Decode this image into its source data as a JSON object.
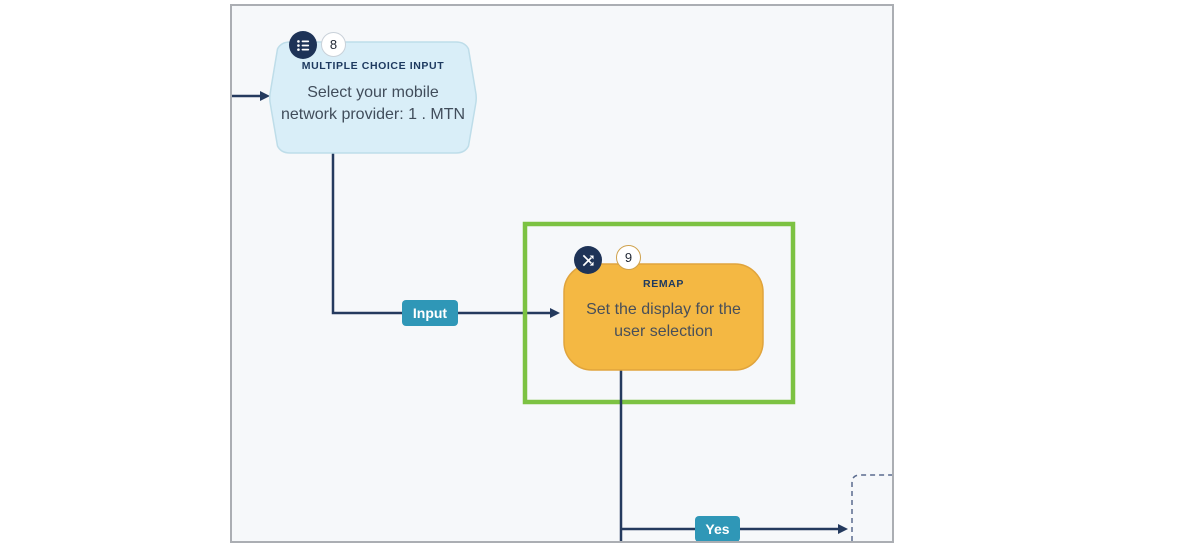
{
  "flow": {
    "nodes": [
      {
        "id": "multiple-choice-input",
        "step_number": "8",
        "type_label": "MULTIPLE CHOICE INPUT",
        "text_line1": "Select your mobile",
        "text_line2": "network provider: 1 . MTN",
        "icon": "list-icon",
        "shape": "hexagon",
        "fill": "#d9eef8"
      },
      {
        "id": "remap",
        "step_number": "9",
        "type_label": "REMAP",
        "text_line1": "Set the display for the",
        "text_line2": "user selection",
        "icon": "shuffle-icon",
        "shape": "rounded-rectangle",
        "fill": "#f4b843",
        "selected": true
      }
    ],
    "connector_labels": [
      {
        "id": "input",
        "label": "Input"
      },
      {
        "id": "yes",
        "label": "Yes"
      }
    ],
    "placeholder_node": {
      "style": "dashed-outline"
    }
  },
  "colors": {
    "canvas_background": "#f6f8fa",
    "connector_line": "#243a5e",
    "selection_border": "#7cc242",
    "edge_label_background": "#2f97b7",
    "node_icon_background": "#1e3357",
    "multiple_choice_fill": "#d9eef8",
    "remap_fill": "#f4b843"
  }
}
